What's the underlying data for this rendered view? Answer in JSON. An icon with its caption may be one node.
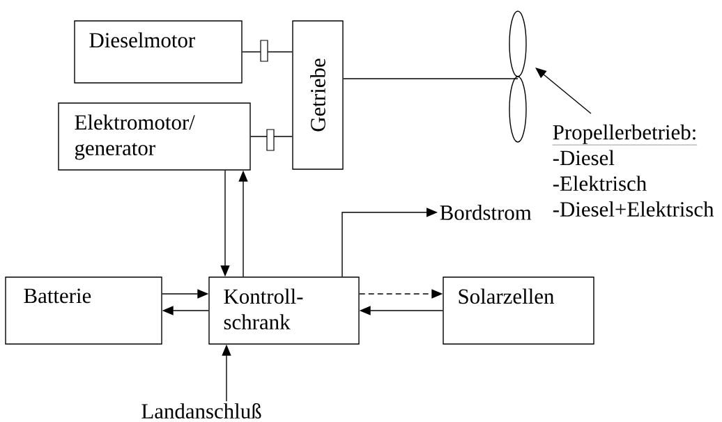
{
  "diagram": {
    "nodes": [
      {
        "text": [
          "Dieselmotor"
        ]
      },
      {
        "text": [
          "Elektromotor/ generator"
        ]
      },
      {
        "text": [
          "Getriebe"
        ]
      },
      {
        "text": [],
        "shape": "propeller"
      },
      {
        "text": [
          "Propellerbetrieb:",
          "-Diesel",
          "-Elektrisch",
          "-Diesel+Elektrisch"
        ]
      },
      {
        "text": [
          "Batterie"
        ]
      },
      {
        "text": [
          "Kontroll- schrank"
        ]
      },
      {
        "text": [
          "Solarzellen"
        ]
      },
      {
        "text": [
          "Bordstrom"
        ]
      },
      {
        "text": [
          "Landanschluß"
        ]
      }
    ],
    "edges": [
      {
        "from": 0,
        "to": 2,
        "arrow": "none"
      },
      {
        "from": 1,
        "to": 2,
        "arrow": "none"
      },
      {
        "from": 2,
        "to": 3,
        "arrow": "none"
      },
      {
        "from": 4,
        "to": 3,
        "arrow": "to"
      },
      {
        "from": 1,
        "to": 6,
        "arrow": "to"
      },
      {
        "from": 6,
        "to": 1,
        "arrow": "to"
      },
      {
        "from": 5,
        "to": 6,
        "arrow": "to"
      },
      {
        "from": 6,
        "to": 5,
        "arrow": "to"
      },
      {
        "from": 6,
        "to": 7,
        "arrow": "to",
        "style": "dashed"
      },
      {
        "from": 7,
        "to": 6,
        "arrow": "to"
      },
      {
        "from": 6,
        "to": 8,
        "arrow": "to"
      },
      {
        "from": 9,
        "to": 6,
        "arrow": "to"
      }
    ]
  }
}
